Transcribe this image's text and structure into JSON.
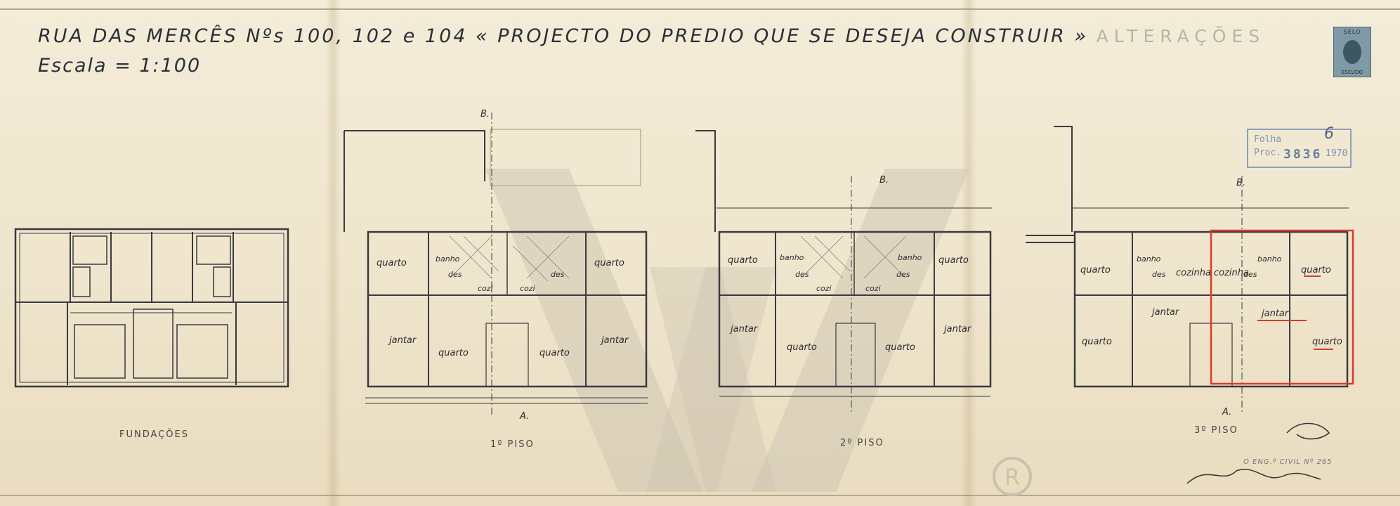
{
  "header": {
    "title_main": "RUA DAS MERCÊS  Nºs 100, 102 e 104   « PROJECTO DO PREDIO QUE SE DESEJA CONSTRUIR »",
    "title_alteracoes": "ALTERAÇÕES",
    "scale": "Escala = 1:100"
  },
  "plans": {
    "fundacoes": {
      "label": "FUNDAÇÕES"
    },
    "piso1": {
      "label": "1º PISO",
      "section_top": "B.",
      "section_bottom": "A.",
      "rooms": [
        "quarto",
        "banho",
        "quarto",
        "des",
        "cozi",
        "cozi",
        "des",
        "jantar",
        "quarto",
        "quarto",
        "jantar"
      ]
    },
    "piso2": {
      "label": "2º PISO",
      "section_top": "B.",
      "rooms": [
        "quarto",
        "banho",
        "banho",
        "quarto",
        "des",
        "cozi",
        "cozi",
        "des",
        "jantar",
        "quarto",
        "quarto",
        "jantar"
      ]
    },
    "piso3": {
      "label": "3º PISO",
      "section_top": "B.",
      "section_bottom": "A.",
      "rooms": [
        "quarto",
        "banho",
        "cozinha",
        "cozinha",
        "banho",
        "quarto",
        "des",
        "des",
        "jantar",
        "jantar",
        "quarto",
        "quarto"
      ]
    }
  },
  "stamp": {
    "row1": "Folha",
    "row2": "Proc.",
    "number": "3836",
    "year": "1970",
    "sheet_no": "6"
  },
  "revenue_stamp": {
    "top": "SELO",
    "bottom": "ESCUDO"
  },
  "engineer": {
    "note": "O ENG.º CIVIL Nº 265"
  },
  "colors": {
    "paper": "#efe6cf",
    "ink": "#2a2f3a",
    "highlight": "#d93b2c",
    "stamp_blue": "#8da0bc",
    "watermark": "#cfc8b8"
  }
}
